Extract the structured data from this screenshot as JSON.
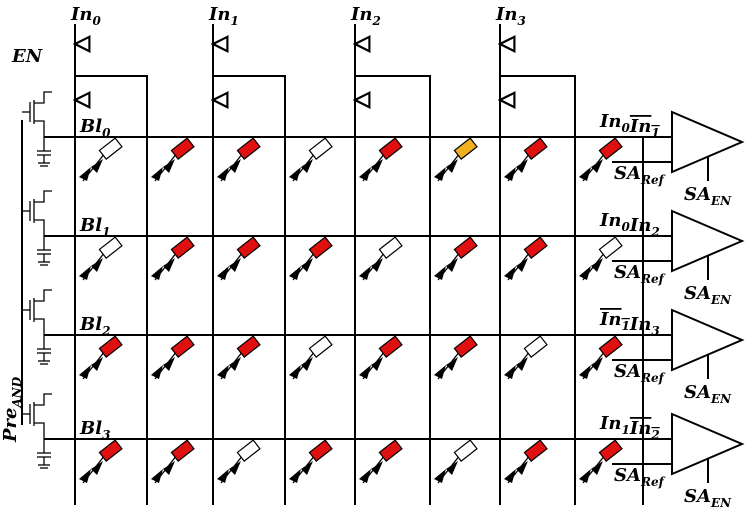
{
  "inputs": [
    {
      "base": "In",
      "sub": "0"
    },
    {
      "base": "In",
      "sub": "1"
    },
    {
      "base": "In",
      "sub": "2"
    },
    {
      "base": "In",
      "sub": "3"
    }
  ],
  "enable_label": "EN",
  "precharge_label": {
    "base": "Pre",
    "sub": "AND"
  },
  "bitlines": [
    {
      "base": "Bl",
      "sub": "0"
    },
    {
      "base": "Bl",
      "sub": "1"
    },
    {
      "base": "Bl",
      "sub": "2"
    },
    {
      "base": "Bl",
      "sub": "3"
    }
  ],
  "outputs": [
    [
      {
        "t": "In",
        "s": "0",
        "bar": false
      },
      {
        "t": "In",
        "s": "1",
        "bar": true
      }
    ],
    [
      {
        "t": "In",
        "s": "0",
        "bar": false
      },
      {
        "t": "In",
        "s": "2",
        "bar": false
      }
    ],
    [
      {
        "t": "In",
        "s": "1",
        "bar": true
      },
      {
        "t": "In",
        "s": "3",
        "bar": false
      }
    ],
    [
      {
        "t": "In",
        "s": "1",
        "bar": false
      },
      {
        "t": "In",
        "s": "2",
        "bar": true
      }
    ]
  ],
  "sense_amp": {
    "ref_label": {
      "base": "SA",
      "sub": "Ref"
    },
    "en_label": {
      "base": "SA",
      "sub": "EN"
    }
  },
  "colors": {
    "low_resistance": "#e01010",
    "high_resistance": "#ffffff",
    "intermediate": "#f0b020"
  },
  "cell_states": [
    [
      "high",
      "low",
      "low",
      "high",
      "low",
      "mid",
      "low",
      "low"
    ],
    [
      "high",
      "low",
      "low",
      "low",
      "high",
      "low",
      "low",
      "high"
    ],
    [
      "low",
      "low",
      "low",
      "high",
      "low",
      "low",
      "high",
      "low"
    ],
    [
      "low",
      "low",
      "high",
      "low",
      "low",
      "high",
      "low",
      "low"
    ]
  ]
}
